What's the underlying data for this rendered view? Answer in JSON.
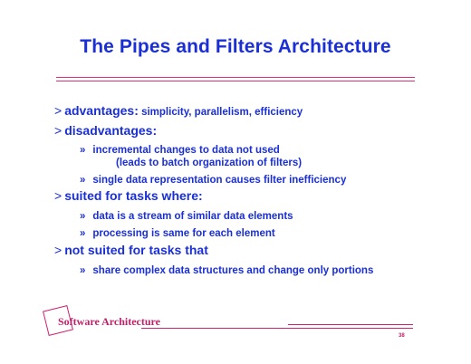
{
  "slide": {
    "title": "The Pipes and Filters Architecture",
    "bullets": [
      {
        "marker": ">",
        "heading": "advantages:",
        "detail": " simplicity, parallelism, efficiency",
        "subitems": []
      },
      {
        "marker": ">",
        "heading": "disadvantages:",
        "detail": "",
        "subitems": [
          {
            "marker": "»",
            "text": "incremental changes to data not used",
            "continuation": "(leads to batch organization of filters)"
          },
          {
            "marker": "»",
            "text": "single data representation causes filter inefficiency",
            "continuation": ""
          }
        ]
      },
      {
        "marker": ">",
        "heading": "suited for tasks where:",
        "detail": "",
        "subitems": [
          {
            "marker": "»",
            "text": "data is a stream of similar data elements",
            "continuation": ""
          },
          {
            "marker": "»",
            "text": "processing is same for each element",
            "continuation": ""
          }
        ]
      },
      {
        "marker": ">",
        "heading": "not suited for tasks that",
        "detail": "",
        "subitems": [
          {
            "marker": "»",
            "text": "share complex data structures and change only portions",
            "continuation": ""
          }
        ]
      }
    ]
  },
  "footer": {
    "label": "Software Architecture",
    "page_number": "38"
  },
  "colors": {
    "title_blue": "#1a2fd6",
    "accent_magenta": "#d02070"
  }
}
